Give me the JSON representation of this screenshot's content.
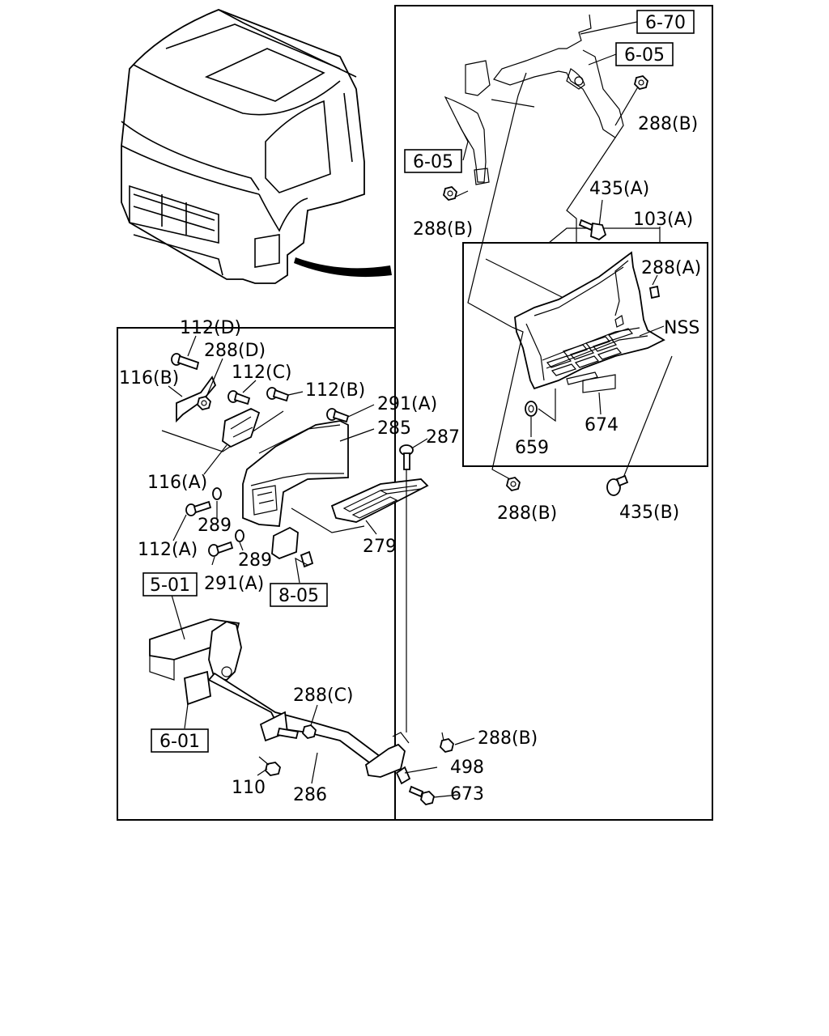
{
  "labels": {
    "ref_670": "6-70",
    "ref_605_top": "6-05",
    "ref_605_left": "6-05",
    "ref_501": "5-01",
    "ref_805": "8-05",
    "ref_601": "6-01",
    "p288b_1": "288(B)",
    "p288b_2": "288(B)",
    "p288b_3": "288(B)",
    "p288b_4": "288(B)",
    "p435a": "435(A)",
    "p103a": "103(A)",
    "p288a": "288(A)",
    "nss": "NSS",
    "p674": "674",
    "p659": "659",
    "p435b": "435(B)",
    "p112d": "112(D)",
    "p288d": "288(D)",
    "p116b": "116(B)",
    "p112c": "112(C)",
    "p112b": "112(B)",
    "p291a_1": "291(A)",
    "p285": "285",
    "p287": "287",
    "p116a": "116(A)",
    "p289_1": "289",
    "p289_2": "289",
    "p112a": "112(A)",
    "p291a_2": "291(A)",
    "p279": "279",
    "p288c": "288(C)",
    "p498": "498",
    "p673": "673",
    "p110": "110",
    "p286": "286"
  }
}
